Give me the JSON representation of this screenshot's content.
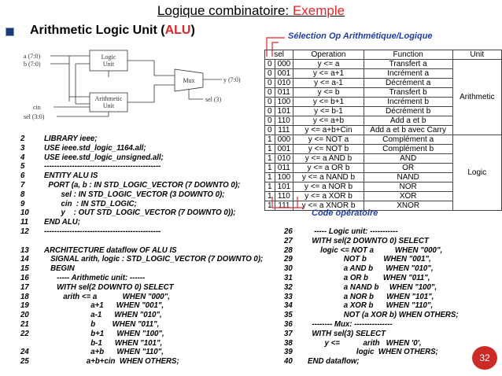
{
  "slide": {
    "title_prefix": "Logique combinatoire: ",
    "title_accent": "Exemple",
    "subtitle_prefix": "Arithmetic Logic Unit  (",
    "subtitle_accent": "ALU",
    "subtitle_suffix": ")",
    "page_number": "32",
    "colors": {
      "accent_red": "#e3262a",
      "annotation_blue": "#1f3da4",
      "bullet_navy": "#1b3a78"
    }
  },
  "diagram": {
    "in_a": "a (7:0)",
    "in_b": "b (7:0)",
    "logic_unit_l1": "Logic",
    "logic_unit_l2": "Unit",
    "arith_unit_l1": "Arithmetic",
    "arith_unit_l2": "Unit",
    "mux": "Mux",
    "out_y": "y (7:0)",
    "sel3": "sel (3)",
    "cin": "cin",
    "sel30": "sel (3:0)"
  },
  "annotations": {
    "sel_op": "Sélection Op Arithmétique/Logique",
    "code_op": "Code opératoire"
  },
  "op_table": {
    "headers": [
      "sel",
      "Operation",
      "Function",
      "Unit"
    ],
    "rows": [
      [
        "0",
        "000",
        "y <= a",
        "Transfert a"
      ],
      [
        "0",
        "001",
        "y <= a+1",
        "Incrément a"
      ],
      [
        "0",
        "010",
        "y <= a-1",
        "Décrément a"
      ],
      [
        "0",
        "011",
        "y <= b",
        "Transfert b"
      ],
      [
        "0",
        "100",
        "y <= b+1",
        "Incrément b"
      ],
      [
        "0",
        "101",
        "y <= b-1",
        "Décrément b"
      ],
      [
        "0",
        "110",
        "y <= a+b",
        "Add a et b"
      ],
      [
        "0",
        "111",
        "y <= a+b+Cin",
        "Add a et b avec Carry"
      ],
      [
        "1",
        "000",
        "y <= NOT a",
        "Complément a"
      ],
      [
        "1",
        "001",
        "y <= NOT b",
        "Complément b"
      ],
      [
        "1",
        "010",
        "y <= a AND b",
        "AND"
      ],
      [
        "1",
        "011",
        "y <= a OR b",
        "OR"
      ],
      [
        "1",
        "100",
        "y <= a NAND b",
        "NAND"
      ],
      [
        "1",
        "101",
        "y <= a NOR b",
        "NOR"
      ],
      [
        "1",
        "110",
        "y <= a XOR b",
        "XOR"
      ],
      [
        "1",
        "111",
        "y <= a XNOR b",
        "XNOR"
      ]
    ],
    "unit_arith": "Arithmetic",
    "unit_logic": "Logic"
  },
  "code_left": [
    {
      "n": "2",
      "t": "LIBRARY ieee;"
    },
    {
      "n": "3",
      "t": "USE ieee.std_logic_1164.all;"
    },
    {
      "n": "4",
      "t": "USE ieee.std_logic_unsigned.all;"
    },
    {
      "n": "5",
      "t": "----------------------------------------------"
    },
    {
      "n": "6",
      "t": "ENTITY ALU IS"
    },
    {
      "n": "7",
      "t": "  PORT (a, b : IN STD_LOGIC_VECTOR (7 DOWNTO 0);"
    },
    {
      "n": "8",
      "t": "        sel : IN STD_LOGIC_VECTOR (3 DOWNTO 0);"
    },
    {
      "n": "9",
      "t": "        cin  : IN STD_LOGIC;"
    },
    {
      "n": "10",
      "t": "        y    : OUT STD_LOGIC_VECTOR (7 DOWNTO 0));"
    },
    {
      "n": "11",
      "t": "END ALU;"
    },
    {
      "n": "12",
      "t": "----------------------------------------------"
    },
    {
      "n": "",
      "t": ""
    },
    {
      "n": "13",
      "t": "ARCHITECTURE dataflow OF ALU IS"
    },
    {
      "n": "14",
      "t": "   SIGNAL arith, logic : STD_LOGIC_VECTOR (7 DOWNTO 0);"
    },
    {
      "n": "15",
      "t": "   BEGIN"
    },
    {
      "n": "16",
      "t": "      ----- Arithmetic unit: ------"
    },
    {
      "n": "17",
      "t": "      WITH sel(2 DOWNTO 0) SELECT"
    },
    {
      "n": "18",
      "t": "         arith <= a            WHEN \"000\","
    },
    {
      "n": "19",
      "t": "                      a+1      WHEN \"001\","
    },
    {
      "n": "20",
      "t": "                      a-1      WHEN \"010\","
    },
    {
      "n": "21",
      "t": "                      b        WHEN \"011\","
    },
    {
      "n": "22",
      "t": "                      b+1      WHEN \"100\","
    },
    {
      "n": "",
      "t": "                      b-1      WHEN \"101\","
    },
    {
      "n": "24",
      "t": "                      a+b      WHEN \"110\","
    },
    {
      "n": "25",
      "t": "                    a+b+cin  WHEN OTHERS;"
    }
  ],
  "code_right": [
    {
      "n": "26",
      "t": "   ----- Logic unit: -----------"
    },
    {
      "n": "27",
      "t": "  WITH sel(2 DOWNTO 0) SELECT"
    },
    {
      "n": "28",
      "t": "      logic <= NOT a          WHEN \"000\","
    },
    {
      "n": "29",
      "t": "                 NOT b        WHEN \"001\","
    },
    {
      "n": "30",
      "t": "                 a AND b      WHEN \"010\","
    },
    {
      "n": "31",
      "t": "                 a OR b       WHEN \"011\","
    },
    {
      "n": "32",
      "t": "                 a NAND b     WHEN \"100\","
    },
    {
      "n": "33",
      "t": "                 a NOR b      WHEN \"101\","
    },
    {
      "n": "34",
      "t": "                 a XOR b      WHEN \"110\","
    },
    {
      "n": "35",
      "t": "                 NOT (a XOR b) WHEN OTHERS;"
    },
    {
      "n": "36",
      "t": "  -------- Mux: ---------------"
    },
    {
      "n": "37",
      "t": "  WITH sel(3) SELECT"
    },
    {
      "n": "38",
      "t": "        y <=           arith   WHEN '0',"
    },
    {
      "n": "39",
      "t": "                       logic  WHEN OTHERS;"
    },
    {
      "n": "40",
      "t": "END dataflow;"
    }
  ]
}
